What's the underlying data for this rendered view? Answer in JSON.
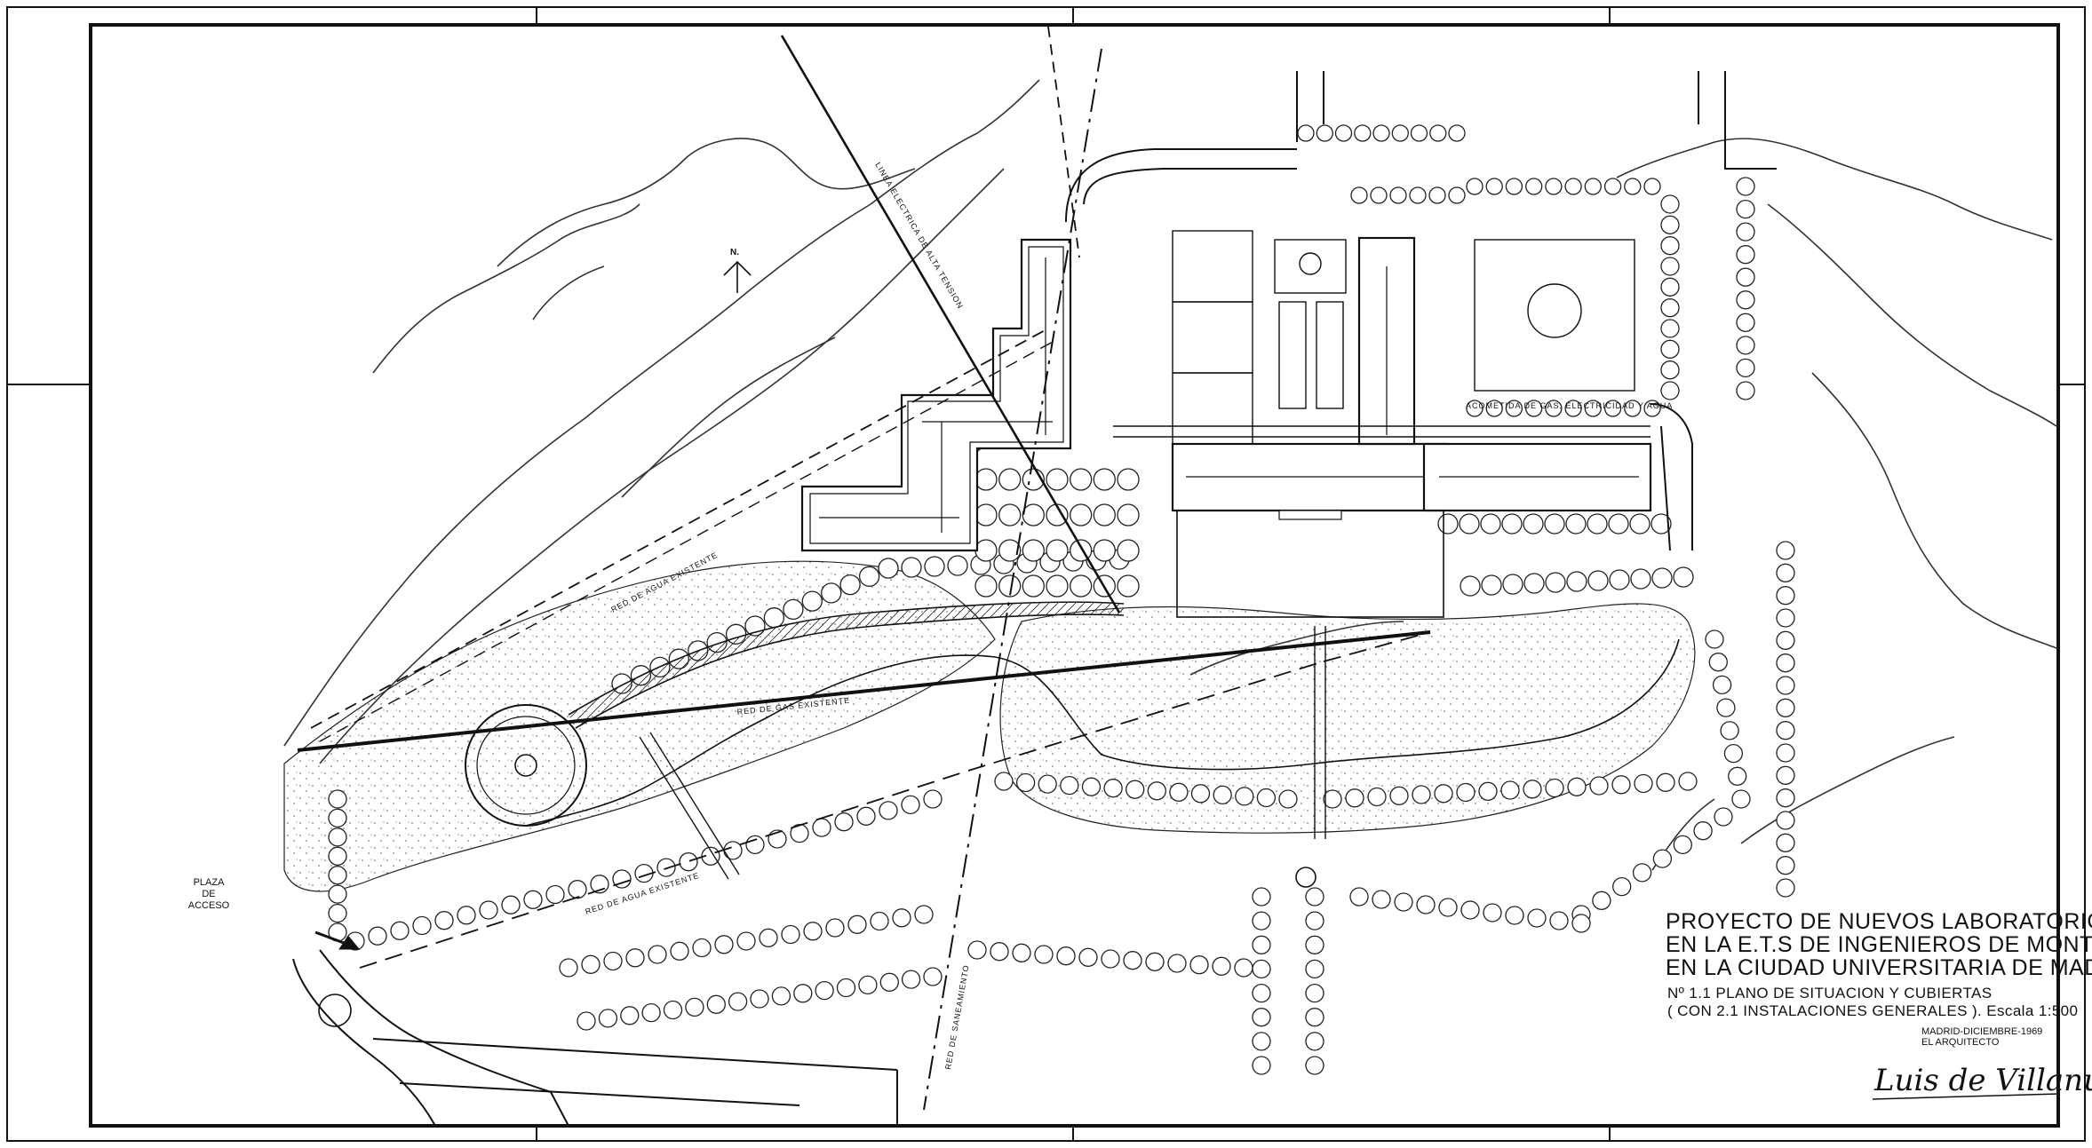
{
  "title_block": {
    "line1": "PROYECTO DE NUEVOS LABORATORIOS",
    "line2": "EN LA E.T.S DE INGENIEROS DE MONTES",
    "line3": "EN LA CIUDAD UNIVERSITARIA DE MADRID.",
    "sheet_line1": "Nº 1.1  PLANO DE SITUACION Y CUBIERTAS",
    "sheet_line2": "( CON 2.1  INSTALACIONES GENERALES ). Escala 1:500",
    "date": "MADRID-DICIEMBRE-1969",
    "role": "EL ARQUITECTO",
    "signature": "Luis de Villanueva"
  },
  "labels": {
    "north": "N.",
    "plaza_line1": "PLAZA",
    "plaza_line2": "DE",
    "plaza_line3": "ACCESO",
    "utilities": "ACOMETIDA DE GAS, ELECTRICIDAD Y AGUA",
    "power_line": "LINEA ELECTRICA DE ALTA TENSION",
    "water_upper": "RED DE AGUA EXISTENTE",
    "water_lower": "RED DE AGUA EXISTENTE",
    "gas": "RED DE GAS EXISTENTE",
    "sewer": "RED DE SANEAMIENTO"
  },
  "colors": {
    "ink": "#111111",
    "paper": "#ffffff"
  }
}
